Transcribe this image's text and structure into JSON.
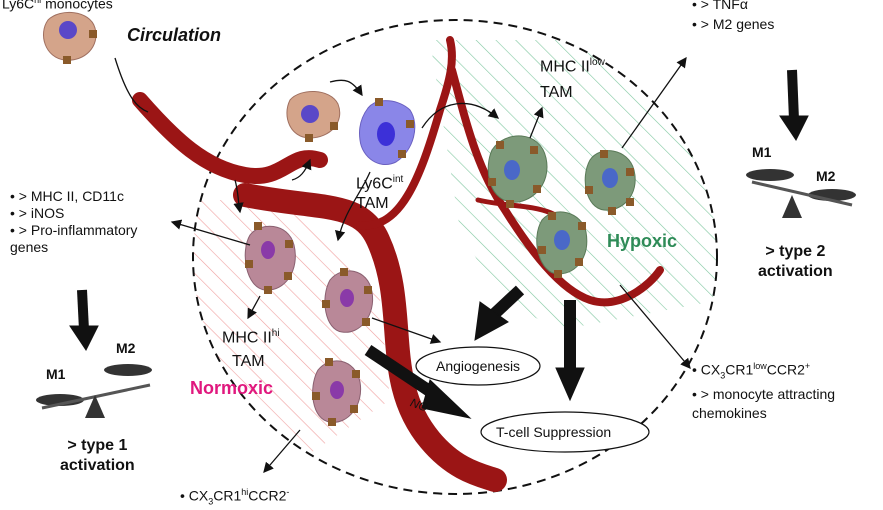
{
  "top_left_partial": "Ly6C",
  "top_left_partial_sup": "hi",
  "top_left_partial_rest": "monocytes",
  "circulation": "Circulation",
  "ly6c_int": {
    "main": "Ly6C",
    "sup": "int",
    "line2": "TAM"
  },
  "mhc_low": {
    "main": "MHC II",
    "sup": "low",
    "line2": "TAM"
  },
  "mhc_hi": {
    "main": "MHC II",
    "sup": "hi",
    "line2": "TAM"
  },
  "hypoxic": "Hypoxic",
  "normoxic": "Normoxic",
  "angiogenesis": "Angiogenesis",
  "tcell": "T-cell Suppression",
  "no_label": "NO",
  "left_bullets": [
    "• > MHC II, CD11c",
    "• > iNOS",
    "• > Pro-inflammatory",
    "genes"
  ],
  "top_right_bullets": [
    "• > TNFα",
    "• > M2 genes"
  ],
  "right_bullets": {
    "line1_parts": [
      "• CX",
      "3",
      "CR1",
      "low",
      "CCR2",
      "+"
    ],
    "line2": "• > monocyte attracting",
    "line3": "chemokines"
  },
  "bottom_bullet_parts": [
    "• CX",
    "3",
    "CR1",
    "hi",
    "CCR2",
    "-"
  ],
  "balance_left": {
    "m1": "M1",
    "m2": "M2",
    "caption1": "> type 1",
    "caption2": "activation"
  },
  "balance_right": {
    "m1": "M1",
    "m2": "M2",
    "caption1": "> type 2",
    "caption2": "activation"
  },
  "colors": {
    "vessel": "#9b1515",
    "hypoxic_text": "#2e8b57",
    "normoxic_text": "#e0187e",
    "hatch_green": "#7fc7a0",
    "hatch_red": "#f0a0a0",
    "monocyte": "#d4a48a",
    "ly6c_int_cell": "#8a86e8",
    "m2_cell": "#7d9a7a",
    "m1_cell": "#b98898"
  }
}
